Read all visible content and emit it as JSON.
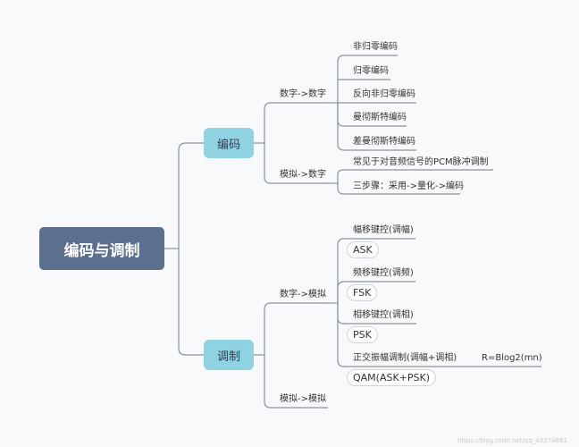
{
  "root": "编码与调制",
  "encoding": {
    "label": "编码",
    "digital_to_digital": {
      "label": "数字->数字",
      "items": [
        "非归零编码",
        "归零编码",
        "反向非归零编码",
        "曼彻斯特编码",
        "差曼彻斯特编码"
      ]
    },
    "analog_to_digital": {
      "label": "模拟->数字",
      "items": [
        "常见于对音频信号的PCM脉冲调制",
        "三步骤：采用->量化->编码"
      ]
    }
  },
  "modulation": {
    "label": "调制",
    "digital_to_analog": {
      "label": "数字->模拟",
      "items": [
        "幅移键控(调幅)",
        "ASK",
        "频移键控(调频)",
        "FSK",
        "相移键控(调相)",
        "PSK",
        "正交振幅调制(调幅+调相)",
        "QAM(ASK+PSK)"
      ],
      "qam_note": "R=Blog2(mn)"
    },
    "analog_to_analog": {
      "label": "模拟->模拟"
    }
  },
  "watermark": "https://blog.csdn.net/qq_43374681",
  "colors": {
    "root_bg": "#5b6f8f",
    "main_bg": "#8fd3e3",
    "line": "#8a929c",
    "background": "#f8f9fa"
  }
}
